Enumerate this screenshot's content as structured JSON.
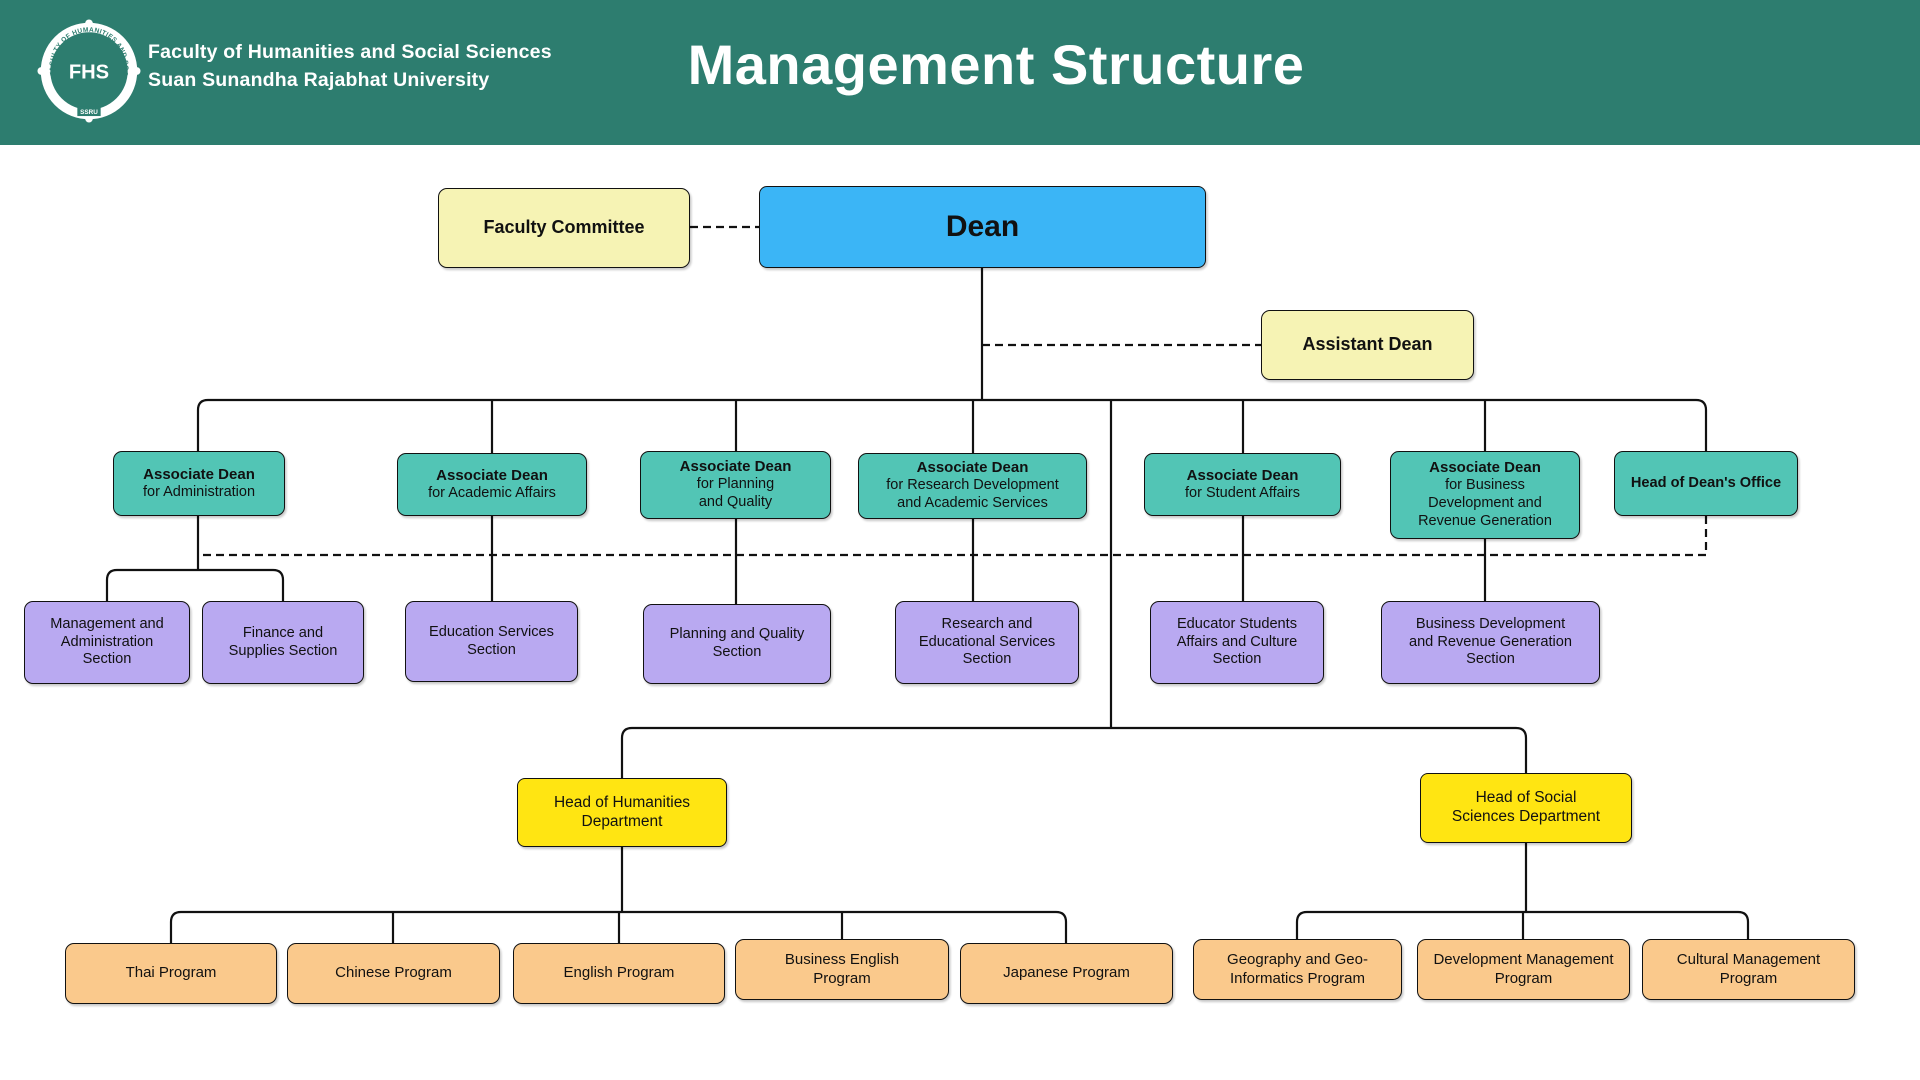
{
  "header": {
    "logo": {
      "abbr": "FHS",
      "sub": "SSRU",
      "ring_text": "FACULTY OF HUMANITIES AND SOCIAL SCIENCES"
    },
    "org_line1": "Faculty of Humanities and Social Sciences",
    "org_line2": "Suan Sunandha Rajabhat University",
    "title": "Management Structure"
  },
  "colors": {
    "header_bg": "#2D7D6F",
    "committee_box": "#F6F3B4",
    "dean_box": "#3BB5F6",
    "associate_dean_box": "#52C5B5",
    "section_box": "#B9A9F1",
    "department_box": "#FFE512",
    "program_box": "#FAC98C",
    "line": "#111111"
  },
  "nodes": {
    "faculty_committee": {
      "label": "Faculty Committee"
    },
    "dean": {
      "label": "Dean"
    },
    "assistant_dean": {
      "label": "Assistant Dean"
    },
    "associate_deans": [
      {
        "title": "Associate Dean",
        "subtitle": "for Administration"
      },
      {
        "title": "Associate Dean",
        "subtitle": "for Academic Affairs"
      },
      {
        "title": "Associate Dean",
        "subtitle": "for Planning\nand Quality"
      },
      {
        "title": "Associate Dean",
        "subtitle": "for Research Development\nand Academic Services"
      },
      {
        "title": "Associate Dean",
        "subtitle": "for Student Affairs"
      },
      {
        "title": "Associate Dean",
        "subtitle": "for Business\nDevelopment and\nRevenue Generation"
      }
    ],
    "head_of_deans_office": {
      "label": "Head of Dean's Office"
    },
    "sections": [
      {
        "label": "Management and\nAdministration\nSection"
      },
      {
        "label": "Finance and\nSupplies Section"
      },
      {
        "label": "Education Services\nSection"
      },
      {
        "label": "Planning and Quality\nSection"
      },
      {
        "label": "Research and\nEducational Services\nSection"
      },
      {
        "label": "Educator Students\nAffairs and Culture\nSection"
      },
      {
        "label": "Business Development\nand Revenue Generation\nSection"
      }
    ],
    "departments": [
      {
        "label": "Head of Humanities\nDepartment"
      },
      {
        "label": "Head of Social\nSciences Department"
      }
    ],
    "programs": [
      {
        "label": "Thai Program"
      },
      {
        "label": "Chinese Program"
      },
      {
        "label": "English Program"
      },
      {
        "label": "Business English\nProgram"
      },
      {
        "label": "Japanese Program"
      },
      {
        "label": "Geography and Geo-\nInformatics Program"
      },
      {
        "label": "Development Management\nProgram"
      },
      {
        "label": "Cultural Management\nProgram"
      }
    ]
  }
}
